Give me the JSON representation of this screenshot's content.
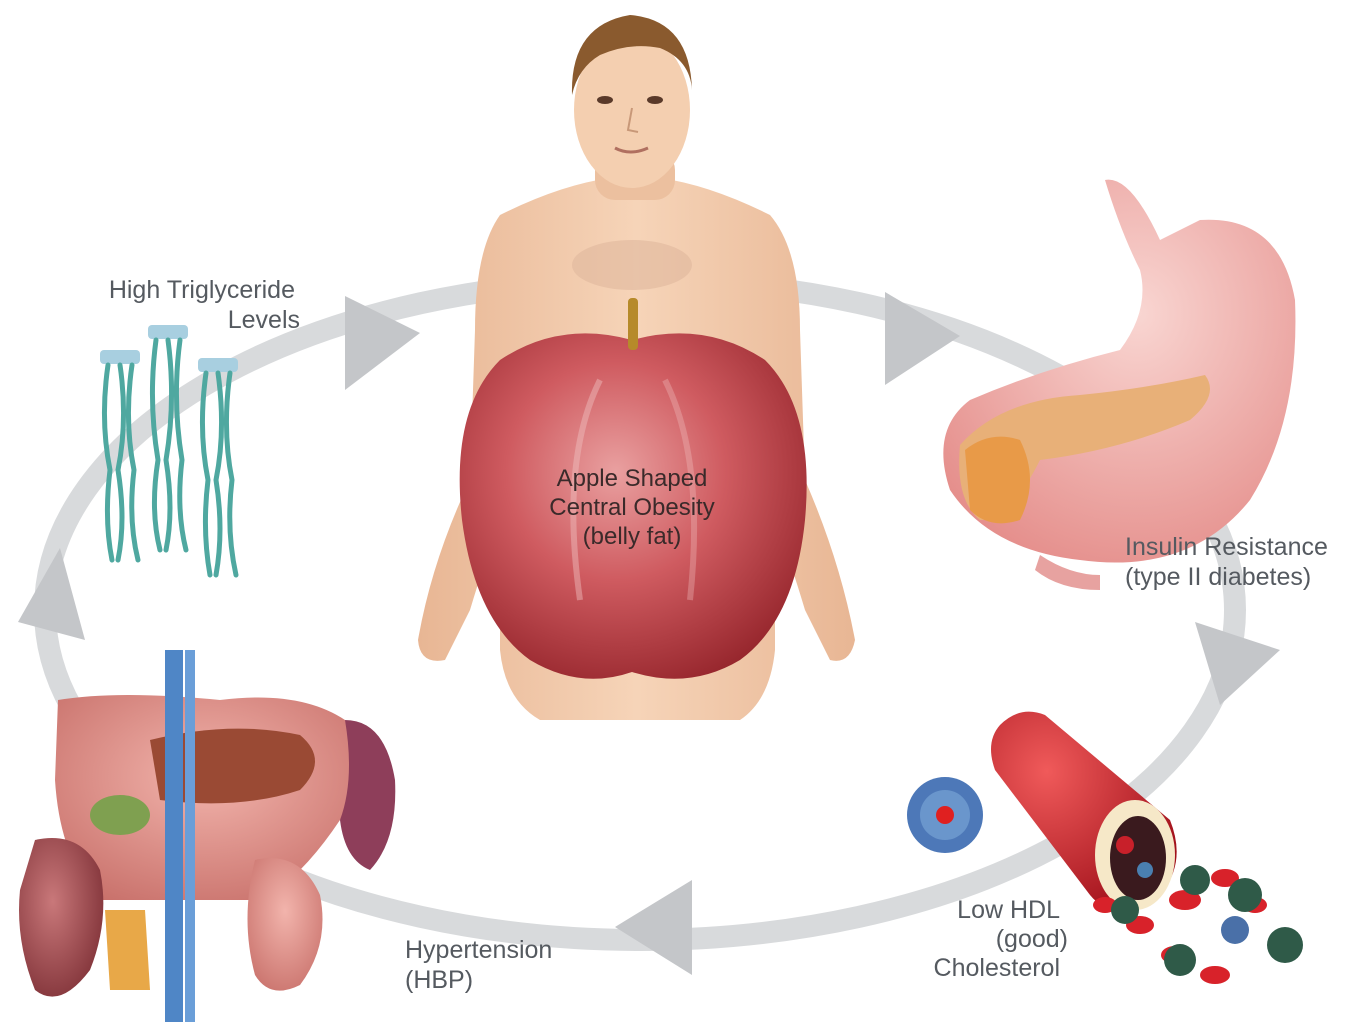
{
  "center": {
    "line1": "Apple Shaped",
    "line2": "Central Obesity",
    "line3": "(belly fat)"
  },
  "triglyceride": {
    "line1": "High Triglyceride",
    "line2": "Levels"
  },
  "insulin": {
    "line1": "Insulin Resistance",
    "line2": "(type II diabetes)"
  },
  "hdl": {
    "line1": "Low HDL",
    "line2": "(good)",
    "line3": "Cholesterol"
  },
  "hypertension": {
    "line1": "Hypertension",
    "line2": "(HBP)"
  },
  "colors": {
    "cycle_ring": "#d4d6d8",
    "arrow": "#c4c6c9",
    "apple": "#c8454c",
    "skin": "#f2c9a8",
    "label_text": "#555a60"
  }
}
